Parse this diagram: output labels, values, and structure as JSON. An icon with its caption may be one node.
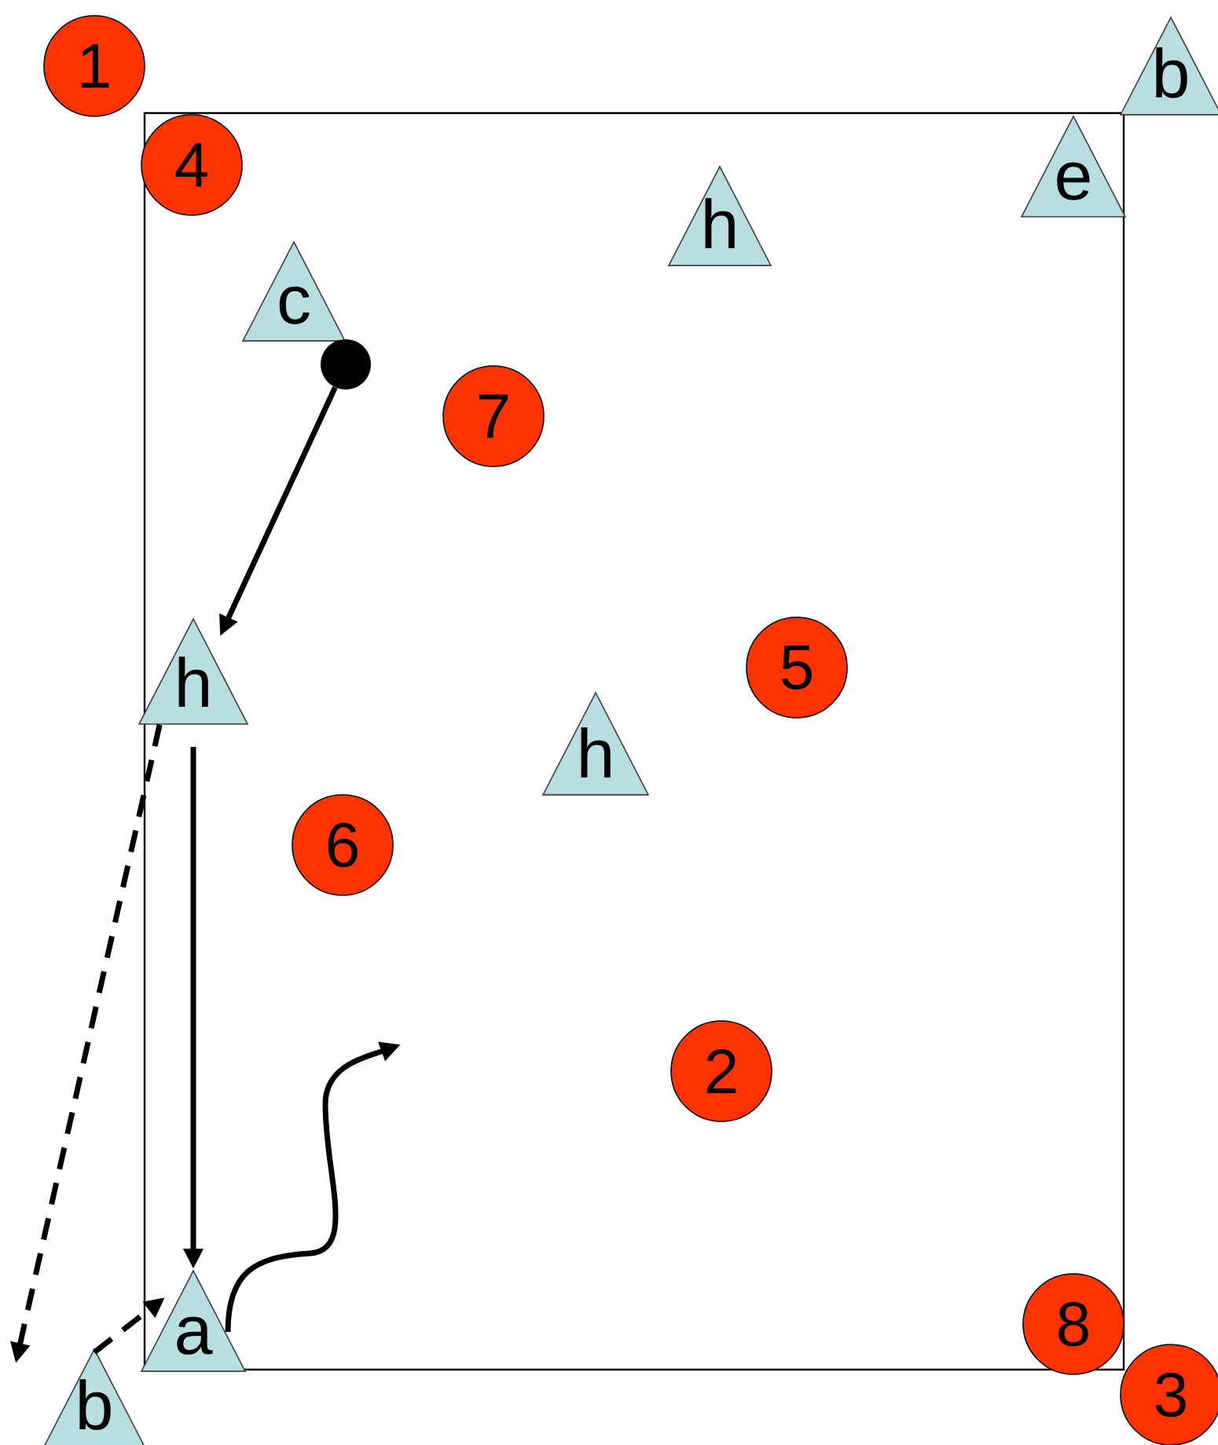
{
  "diagram": {
    "nodes": [
      {
        "text": [
          "1"
        ]
      },
      {
        "text": [
          "b"
        ]
      },
      {
        "text": [
          "4"
        ]
      },
      {
        "text": [
          "e"
        ]
      },
      {
        "text": [
          "h"
        ]
      },
      {
        "text": [
          "c"
        ]
      },
      {
        "text": [],
        "shape": "circle"
      },
      {
        "text": [
          "7"
        ]
      },
      {
        "text": [
          "5"
        ]
      },
      {
        "text": [
          "h"
        ]
      },
      {
        "text": [
          "h"
        ]
      },
      {
        "text": [
          "6"
        ]
      },
      {
        "text": [
          "2"
        ]
      },
      {
        "text": [
          "8"
        ]
      },
      {
        "text": [
          "a"
        ]
      },
      {
        "text": [
          "3"
        ]
      },
      {
        "text": [
          "b"
        ]
      }
    ],
    "edges": [
      {
        "from": 6,
        "to": 9,
        "arrow": "to"
      },
      {
        "from": 9,
        "to": 14,
        "arrow": "to"
      },
      {
        "from": 9,
        "to": null,
        "arrow": "to",
        "style": "dashed"
      },
      {
        "from": 16,
        "to": 14,
        "arrow": "to",
        "style": "dashed"
      },
      {
        "from": 14,
        "to": null,
        "arrow": "to"
      }
    ]
  }
}
